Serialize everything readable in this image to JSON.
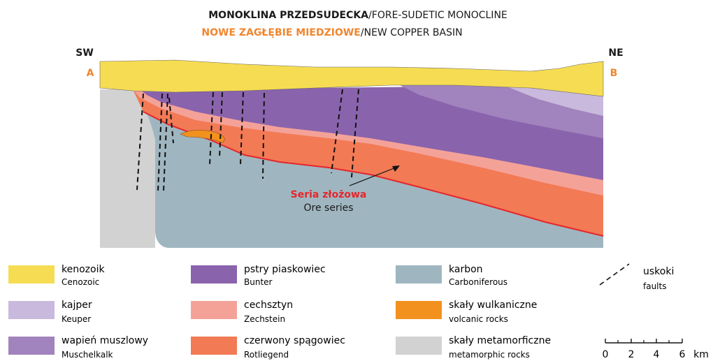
{
  "header": {
    "title_pl": "MONOKLINA PRZEDSUDECKA",
    "title_en": "/FORE-SUDETIC MONOCLINE",
    "subtitle_pl": "NOWE ZAGŁĘBIE MIEDZIOWE",
    "subtitle_en": "/NEW COPPER BASIN"
  },
  "section": {
    "left_direction": "SW",
    "right_direction": "NE",
    "left_point": "A",
    "right_point": "B"
  },
  "annotation": {
    "ore_pl": "Seria złożowa",
    "ore_en": "Ore series"
  },
  "legend": [
    {
      "id": "cenozoic",
      "label_pl": "kenozoik",
      "label_en": "Cenozoic",
      "color": "#f6dc52"
    },
    {
      "id": "keuper",
      "label_pl": "kajper",
      "label_en": "Keuper",
      "color": "#c9b9dc"
    },
    {
      "id": "muschelkalk",
      "label_pl": "wapień muszlowy",
      "label_en": "Muschelkalk",
      "color": "#a183bd"
    },
    {
      "id": "bunter",
      "label_pl": "pstry piaskowiec",
      "label_en": "Bunter",
      "color": "#8a63ad"
    },
    {
      "id": "zechstein",
      "label_pl": "cechsztyn",
      "label_en": "Zechstein",
      "color": "#f4a298"
    },
    {
      "id": "rotliegend",
      "label_pl": "czerwony spągowiec",
      "label_en": "Rotliegend",
      "color": "#f27a55"
    },
    {
      "id": "carboniferous",
      "label_pl": "karbon",
      "label_en": "Carboniferous",
      "color": "#9fb6c0"
    },
    {
      "id": "volcanic",
      "label_pl": "skały wulkaniczne",
      "label_en": "volcanic rocks",
      "color": "#f2911e"
    },
    {
      "id": "metamorphic",
      "label_pl": "skały metamorficzne",
      "label_en": "metamorphic rocks",
      "color": "#d2d2d2"
    },
    {
      "id": "faults",
      "label_pl": "uskoki",
      "label_en": "faults"
    }
  ],
  "scale": {
    "ticks": [
      "0",
      "2",
      "4",
      "6"
    ],
    "unit": "km"
  },
  "colors": {
    "accent_orange": "#f0862e",
    "ore_red": "#e5262b",
    "fault_black": "#111111"
  }
}
